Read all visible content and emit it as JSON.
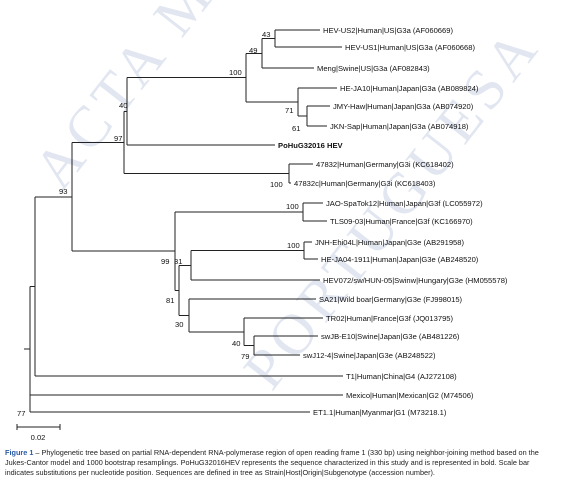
{
  "watermarks": [
    "ACTA MEDICA",
    "PORTUGUESA"
  ],
  "tree": {
    "leaves": [
      {
        "id": "us2",
        "label": "HEV-US2|Human|US|G3a (AF060669)"
      },
      {
        "id": "us1",
        "label": "HEV-US1|Human|US|G3a (AF060668)"
      },
      {
        "id": "meng",
        "label": "Meng|Swine|US|G3a (AF082843)"
      },
      {
        "id": "heja10",
        "label": "HE-JA10|Human|Japan|G3a (AB089824)"
      },
      {
        "id": "jmy",
        "label": "JMY-Haw|Human|Japan|G3a (AB074920)"
      },
      {
        "id": "jkn",
        "label": "JKN-Sap|Human|Japan|G3a (AB074918)"
      },
      {
        "id": "pohu",
        "label": "PoHuG32016 HEV",
        "bold": true
      },
      {
        "id": "g3i1",
        "label": "47832|Human|Germany|G3i (KC618402)"
      },
      {
        "id": "g3i2",
        "label": "47832c|Human|Germany|G3i (KC618403)"
      },
      {
        "id": "jao",
        "label": "JAO-SpaTok12|Human|Japan|G3f (LC055972)"
      },
      {
        "id": "tls",
        "label": "TLS09-03|Human|France|G3f (KC166970)"
      },
      {
        "id": "jnh",
        "label": "JNH-Ehi04L|Human|Japan|G3e (AB291958)"
      },
      {
        "id": "heja04",
        "label": "HE-JA04-1911|Human|Japan|G3e (AB248520)"
      },
      {
        "id": "hev072",
        "label": "HEV072/sw/HUN-05|Swinw|Hungary|G3e (HM055578)"
      },
      {
        "id": "sa21",
        "label": "SA21|Wild boar|Germany|G3e (FJ998015)"
      },
      {
        "id": "tr02",
        "label": "TR02|Human|France|G3f (JQ013795)"
      },
      {
        "id": "swjbe10",
        "label": "swJB-E10|Swine|Japan|G3e (AB481226)"
      },
      {
        "id": "swj12",
        "label": "swJ12-4|Swine|Japan|G3e (AB248522)"
      },
      {
        "id": "t1",
        "label": "T1|Human|China|G4 (AJ272108)"
      },
      {
        "id": "mexico",
        "label": "Mexico|Human|Mexican|G2 (M74506)"
      },
      {
        "id": "et1",
        "label": "ET1.1|Human|Myanmar|G1 (M73218.1)"
      }
    ],
    "bootstrap": [
      "43",
      "49",
      "100",
      "71",
      "61",
      "40",
      "97",
      "100",
      "93",
      "100",
      "100",
      "31",
      "99",
      "81",
      "30",
      "40",
      "79",
      "77"
    ],
    "scale_bar_label": "0.02"
  },
  "caption": {
    "figure_label": "Figure 1",
    "text": " – Phylogenetic tree based on partial RNA-dependent RNA-polymerase region of open reading frame 1 (330 bp) using neighbor-joining method based on the Jukes-Cantor model and 1000 bootstrap resamplings. PoHuG32016HEV represents the sequence characterized in this study and is represented in bold. Scale bar indicates substitutions per nucleotide position. Sequences are defined in tree as Strain|Host|Origin|Subgenotype (accession number)."
  }
}
